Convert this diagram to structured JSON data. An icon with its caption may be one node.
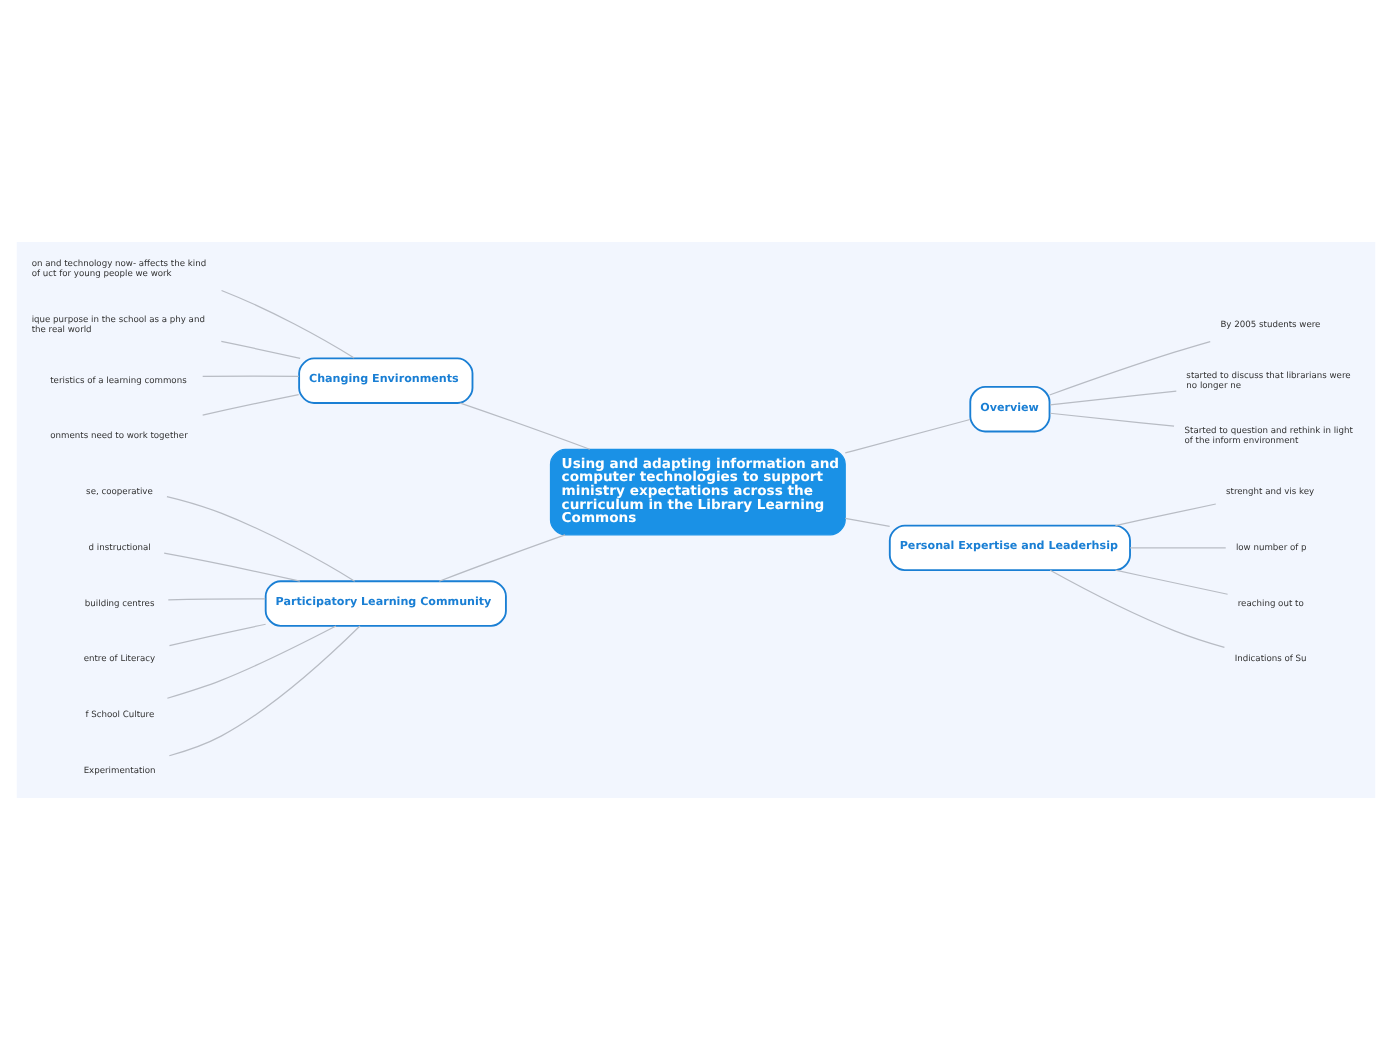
{
  "diagram": {
    "nodes": [
      {
        "text": [
          "Using and adapting information and computer technologies to support ministry expectations across the curriculum in the Library Learning Commons"
        ]
      },
      {
        "text": [
          "Changing Environments"
        ]
      },
      {
        "text": [
          "on and technology now- affects the kind of uct for young people we work"
        ]
      },
      {
        "text": [
          "ique purpose in the school as a phy and the real world"
        ]
      },
      {
        "text": [
          "teristics of a learning commons"
        ]
      },
      {
        "text": [
          "onments need to work together"
        ]
      },
      {
        "text": [
          "Participatory Learning Community"
        ]
      },
      {
        "text": [
          "se, cooperative"
        ]
      },
      {
        "text": [
          "d instructional"
        ]
      },
      {
        "text": [
          "building centres"
        ]
      },
      {
        "text": [
          "entre of Literacy"
        ]
      },
      {
        "text": [
          "f School Culture"
        ]
      },
      {
        "text": [
          "Experimentation"
        ]
      },
      {
        "text": [
          "Overview"
        ]
      },
      {
        "text": [
          "By 2005 students were"
        ]
      },
      {
        "text": [
          "started to discuss that librarians were no longer ne"
        ]
      },
      {
        "text": [
          "Started to question and rethink in light of the inform environment"
        ]
      },
      {
        "text": [
          "Personal Expertise and Leaderhsip"
        ]
      },
      {
        "text": [
          "strenght and vis key"
        ]
      },
      {
        "text": [
          "low number of p"
        ]
      },
      {
        "text": [
          "reaching out to"
        ]
      },
      {
        "text": [
          "Indications of Su"
        ]
      }
    ],
    "edges": [
      {
        "from": 0,
        "to": 1,
        "arrow": "none"
      },
      {
        "from": 1,
        "to": 2,
        "arrow": "none"
      },
      {
        "from": 1,
        "to": 3,
        "arrow": "none"
      },
      {
        "from": 1,
        "to": 4,
        "arrow": "none"
      },
      {
        "from": 1,
        "to": 5,
        "arrow": "none"
      },
      {
        "from": 0,
        "to": 6,
        "arrow": "none"
      },
      {
        "from": 6,
        "to": 7,
        "arrow": "none"
      },
      {
        "from": 6,
        "to": 8,
        "arrow": "none"
      },
      {
        "from": 6,
        "to": 9,
        "arrow": "none"
      },
      {
        "from": 6,
        "to": 10,
        "arrow": "none"
      },
      {
        "from": 6,
        "to": 11,
        "arrow": "none"
      },
      {
        "from": 6,
        "to": 12,
        "arrow": "none"
      },
      {
        "from": 0,
        "to": 13,
        "arrow": "none"
      },
      {
        "from": 13,
        "to": 14,
        "arrow": "none"
      },
      {
        "from": 13,
        "to": 15,
        "arrow": "none"
      },
      {
        "from": 13,
        "to": 16,
        "arrow": "none"
      },
      {
        "from": 0,
        "to": 17,
        "arrow": "none"
      },
      {
        "from": 17,
        "to": 18,
        "arrow": "none"
      },
      {
        "from": 17,
        "to": 19,
        "arrow": "none"
      },
      {
        "from": 17,
        "to": 20,
        "arrow": "none"
      },
      {
        "from": 17,
        "to": 21,
        "arrow": "none"
      }
    ]
  }
}
